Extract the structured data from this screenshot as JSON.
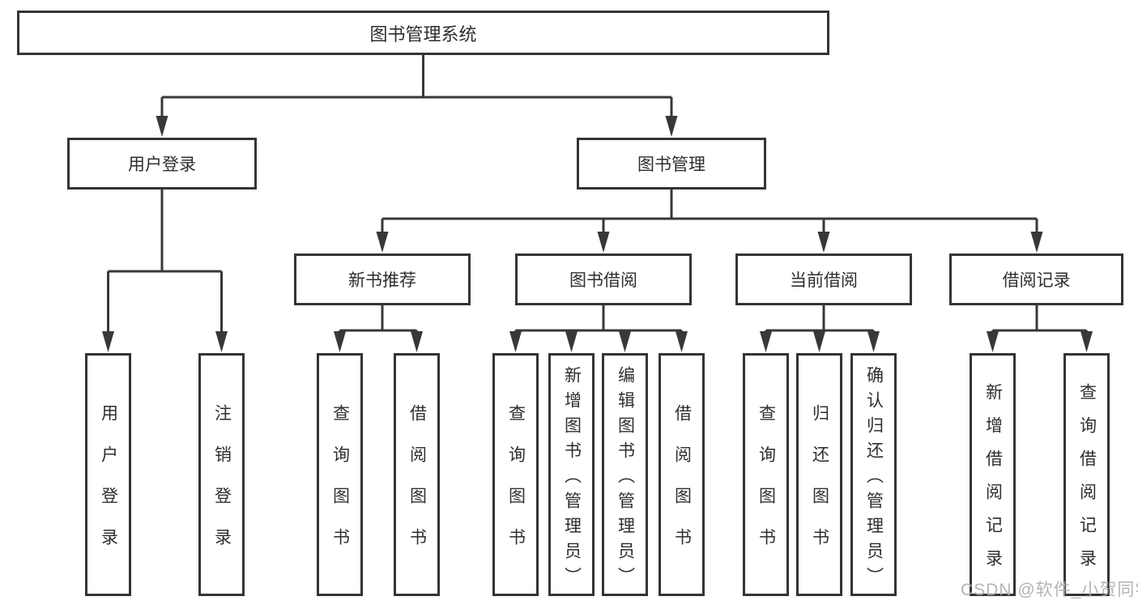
{
  "diagram": {
    "root": {
      "label": "图书管理系统"
    },
    "branches": [
      {
        "label": "用户登录",
        "children": [
          {
            "label": "用户登录"
          },
          {
            "label": "注销登录"
          }
        ]
      },
      {
        "label": "图书管理",
        "children": [
          {
            "label": "新书推荐",
            "children": [
              {
                "label": "查询图书"
              },
              {
                "label": "借阅图书"
              }
            ]
          },
          {
            "label": "图书借阅",
            "children": [
              {
                "label": "查询图书"
              },
              {
                "label": "新增图书（管理员）"
              },
              {
                "label": "编辑图书（管理员）"
              },
              {
                "label": "借阅图书"
              }
            ]
          },
          {
            "label": "当前借阅",
            "children": [
              {
                "label": "查询图书"
              },
              {
                "label": "归还图书"
              },
              {
                "label": "确认归还（管理员）"
              }
            ]
          },
          {
            "label": "借阅记录",
            "children": [
              {
                "label": "新增借阅记录"
              },
              {
                "label": "查询借阅记录"
              }
            ]
          }
        ]
      }
    ],
    "colors": {
      "line": "#383838",
      "text": "#2e2e2e",
      "background": "#ffffff",
      "watermark": "#acacac"
    }
  },
  "watermark": {
    "text": "CSDN @软件_小贺同学"
  }
}
